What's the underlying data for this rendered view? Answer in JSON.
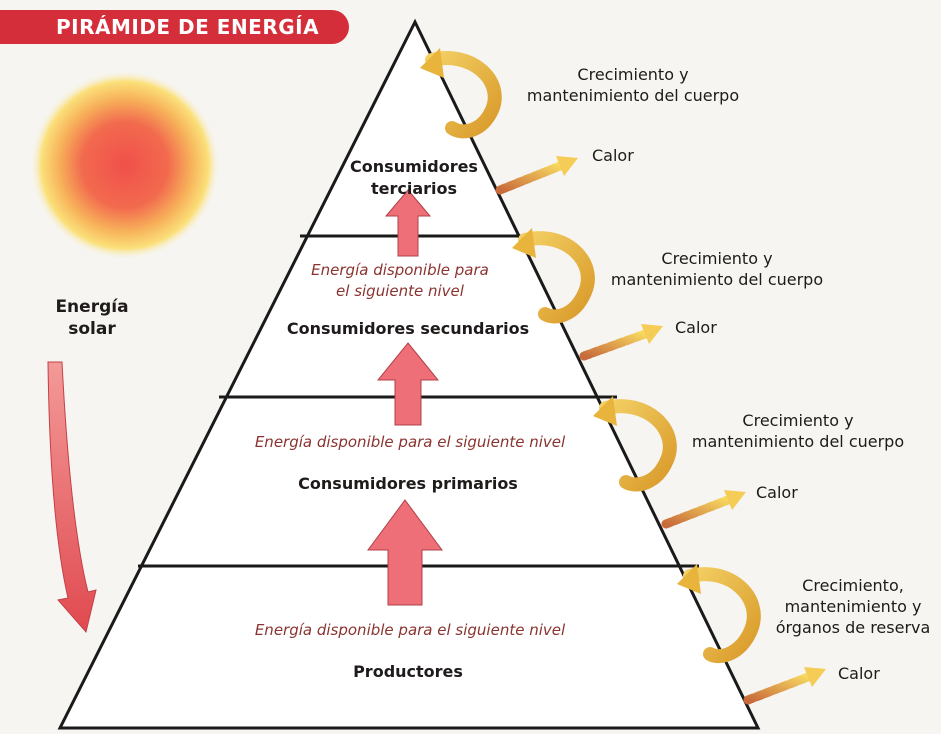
{
  "title": "PIRÁMIDE DE ENERGÍA",
  "solar_label": "Energía\nsolar",
  "levels": [
    {
      "name": "Consumidores\nterciarios",
      "energy_note": "Energía disponible para\nel siguiente nivel",
      "growth_note": "Crecimiento y\nmantenimiento del cuerpo",
      "heat_note": "Calor"
    },
    {
      "name": "Consumidores secundarios",
      "energy_note": "Energía disponible para el siguiente nivel",
      "growth_note": "Crecimiento y\nmantenimiento del cuerpo",
      "heat_note": "Calor"
    },
    {
      "name": "Consumidores primarios",
      "energy_note": "Energía disponible para el siguiente nivel",
      "growth_note": "Crecimiento y\nmantenimiento del cuerpo",
      "heat_note": "Calor"
    },
    {
      "name": "Productores",
      "growth_note": "Crecimiento,\nmantenimiento y\nórganos de reserva",
      "heat_note": "Calor"
    }
  ],
  "colors": {
    "title_bg": "#d42e3a",
    "arrow_fill": "#ee6f78",
    "note_text": "#8a3330",
    "curve_arrow": "#e9b43c",
    "heat_arrow": "#e9a844"
  }
}
